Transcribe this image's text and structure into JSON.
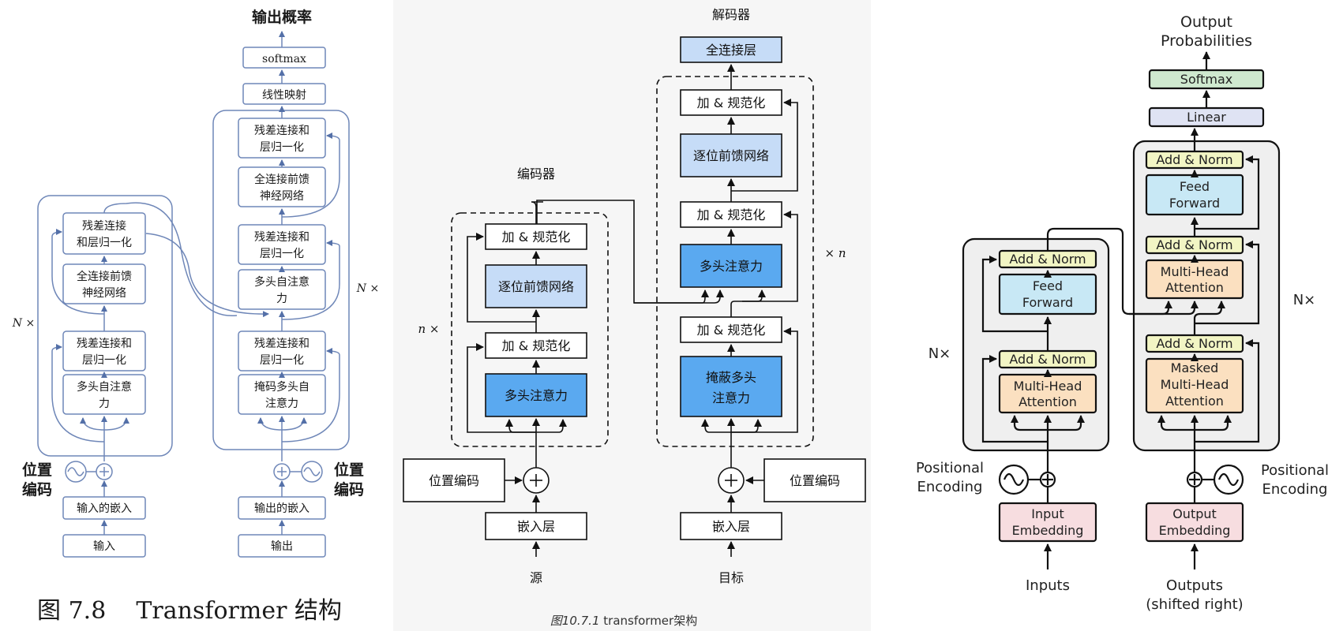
{
  "panel1": {
    "title": "输出概率",
    "softmax": "softmax",
    "linear": "线性映射",
    "dec_addnorm1": "残差连接和",
    "dec_addnorm2": "层归一化",
    "dec_ffn1": "全连接前馈",
    "dec_ffn2": "神经网络",
    "dec_mha1": "多头自注意",
    "dec_mha2": "力",
    "dec_masked1": "掩码多头自",
    "dec_masked2": "注意力",
    "enc_addnorm1": "残差连接",
    "enc_addnorm2": "和层归一化",
    "enc_addnorm_b1": "残差连接和",
    "enc_addnorm_b2": "层归一化",
    "enc_ffn1": "全连接前馈",
    "enc_ffn2": "神经网络",
    "enc_mha1": "多头自注意",
    "enc_mha2": "力",
    "pos1": "位置",
    "pos2": "编码",
    "input_emb": "输入的嵌入",
    "output_emb": "输出的嵌入",
    "input": "输入",
    "output": "输出",
    "n_left": "N ×",
    "n_right": "N ×",
    "caption": "图 7.8    Transformer 结构"
  },
  "panel2": {
    "decoder_title": "解码器",
    "encoder_title": "编码器",
    "fc": "全连接层",
    "addnorm": "加 & 规范化",
    "ffn": "逐位前馈网络",
    "mha": "多头注意力",
    "masked1": "掩蔽多头",
    "masked2": "注意力",
    "pos": "位置编码",
    "embed": "嵌入层",
    "src": "源",
    "tgt": "目标",
    "n_enc": "n ×",
    "n_dec": "× n",
    "caption_italic": "图10.7.1",
    "caption_rest": " transformer架构"
  },
  "panel3": {
    "title1": "Output",
    "title2": "Probabilities",
    "softmax": "Softmax",
    "linear": "Linear",
    "addnorm": "Add & Norm",
    "feed1": "Feed",
    "feed2": "Forward",
    "mha1": "Multi-Head",
    "mha2": "Attention",
    "masked1": "Masked",
    "masked2": "Multi-Head",
    "masked3": "Attention",
    "pos1": "Positional",
    "pos2": "Encoding",
    "in_emb1": "Input",
    "in_emb2": "Embedding",
    "out_emb1": "Output",
    "out_emb2": "Embedding",
    "inputs": "Inputs",
    "outputs1": "Outputs",
    "outputs2": "(shifted right)",
    "n_left": "N×",
    "n_right": "N×"
  },
  "colors": {
    "p1_stroke": "#6f87b8",
    "p2_light_blue": "#c6dcf7",
    "p2_blue": "#5aa9f0",
    "p3_addnorm": "#f2f5c4",
    "p3_ffn": "#c8e8f5",
    "p3_attn": "#fbe0c0",
    "p3_emb": "#f7dde0",
    "p3_linear": "#dfe3f3",
    "p3_softmax": "#cfe9cf",
    "p3_panel": "#efefef"
  }
}
